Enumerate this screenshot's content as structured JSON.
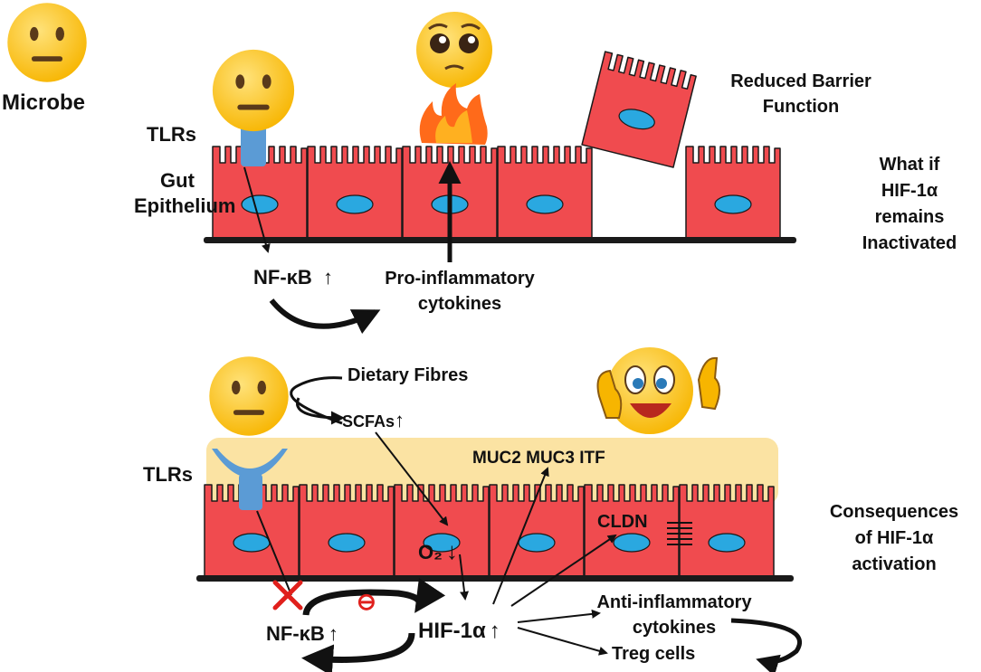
{
  "top": {
    "microbe_label": "Microbe",
    "tlrs_label": "TLRs",
    "gut_label_line1": "Gut",
    "gut_label_line2": "Epithelium",
    "nfkb_label": "NF-κB",
    "up_arrow": "↑",
    "proinflam_line1": "Pro-inflammatory",
    "proinflam_line2": "cytokines",
    "barrier_line1": "Reduced Barrier",
    "barrier_line2": "Function",
    "question_line1": "What if",
    "question_line2": "HIF-1α",
    "question_line3": "remains",
    "question_line4": "Inactivated"
  },
  "bottom": {
    "tlrs_label": "TLRs",
    "dietary_label": "Dietary Fibres",
    "scfas_label": "SCFAs",
    "mucins_label": "MUC2 MUC3 ITF",
    "o2_label": "O₂",
    "cldn_label": "CLDN",
    "nfkb_label": "NF-κB",
    "hif_label": "HIF-1α",
    "inhibit_symbol": "⊖",
    "antiinflam_line1": "Anti-inflammatory",
    "antiinflam_line2": "cytokines",
    "treg_label": "Treg cells",
    "consequence_line1": "Consequences",
    "consequence_line2": "of HIF-1α",
    "consequence_line3": "activation"
  },
  "colors": {
    "cell_fill": "#f04b4f",
    "nucleus_fill": "#2aa8e0",
    "tlr_fill": "#5b9bd5",
    "mucus_fill": "#fbe3a3",
    "emoji_yellow": "#ffc93c",
    "fire_orange": "#ff6a1a",
    "x_red": "#e0201c"
  },
  "icons": [
    "neutral-face-emoji",
    "pleading-face-emoji",
    "thumbs-up-smiley",
    "fire-icon",
    "x-mark-icon"
  ]
}
